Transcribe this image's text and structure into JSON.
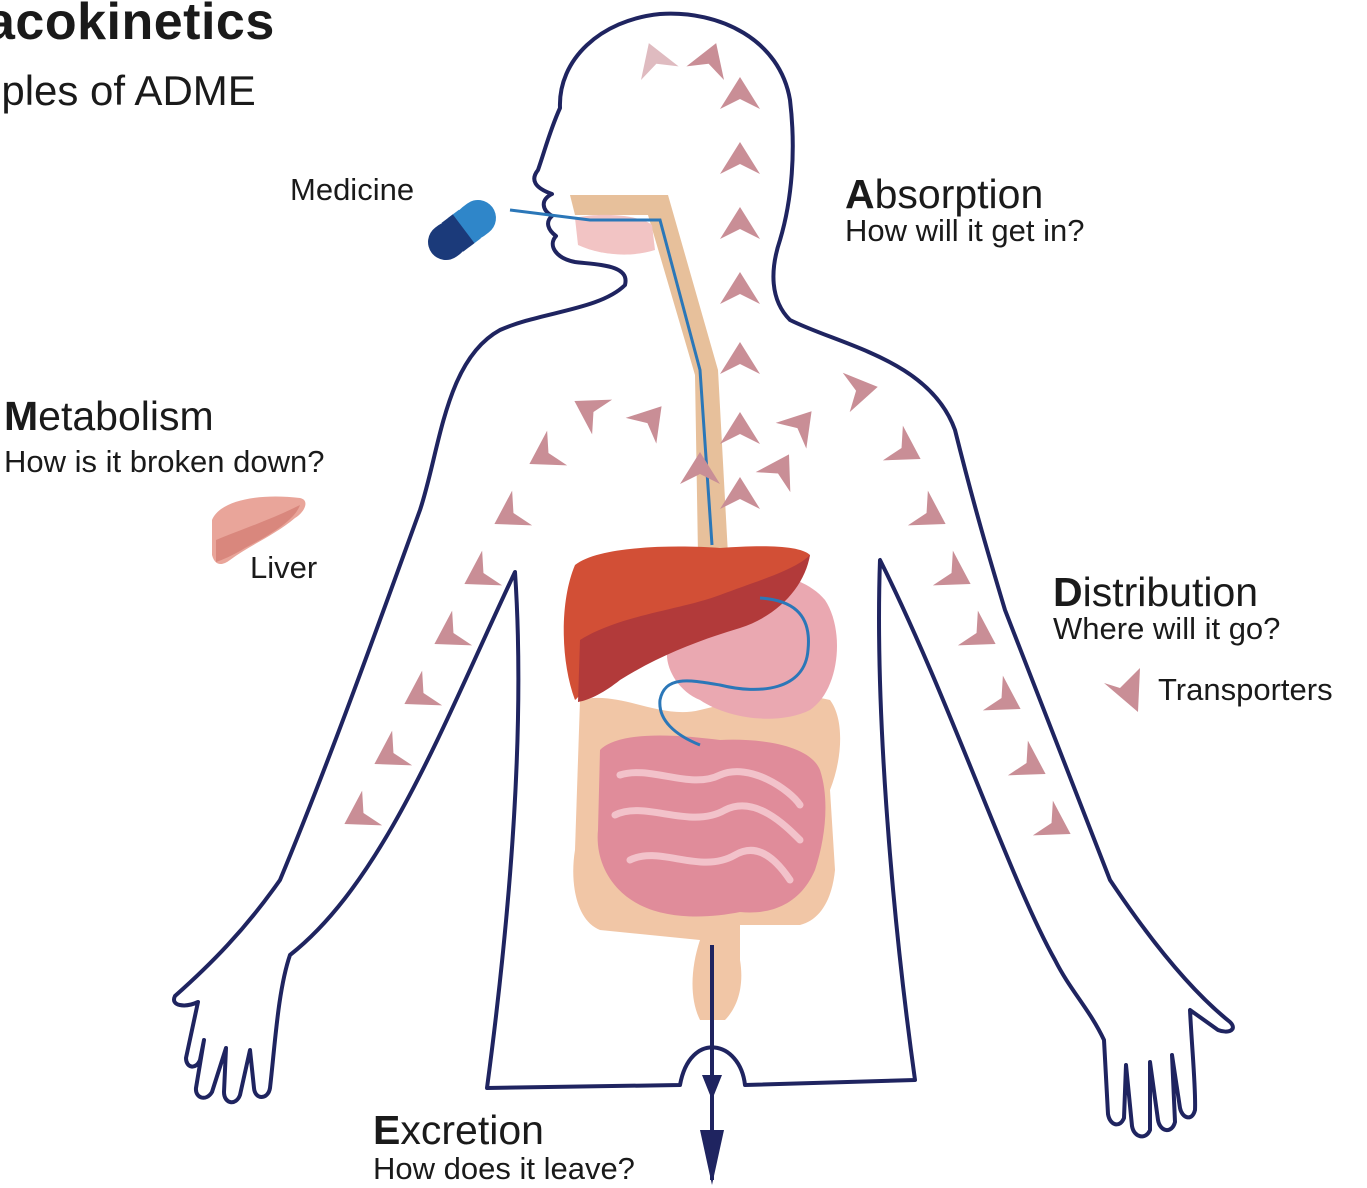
{
  "title": "acokinetics",
  "subtitle": "iples of ADME",
  "labels": {
    "medicine": "Medicine",
    "liver": "Liver",
    "transporters": "Transporters"
  },
  "stages": {
    "absorption": {
      "initial": "A",
      "rest": "bsorption",
      "question": "How will it get in?"
    },
    "metabolism": {
      "initial": "M",
      "rest": "etabolism",
      "question": "How is it broken down?"
    },
    "distribution": {
      "initial": "D",
      "rest": "istribution",
      "question": "Where will it go?"
    },
    "excretion": {
      "initial": "E",
      "rest": "xcretion",
      "question": "How does it leave?"
    }
  },
  "colors": {
    "body_outline": "#1f2460",
    "transporter": "#c98e96",
    "liver": "#d24f36",
    "liver_dark": "#b23a3a",
    "intestine": "#e08c9a",
    "colon": "#f1c6a6",
    "pill_light": "#2f86c9",
    "pill_dark": "#1b3a7a",
    "drug_path": "#2b77b8"
  }
}
